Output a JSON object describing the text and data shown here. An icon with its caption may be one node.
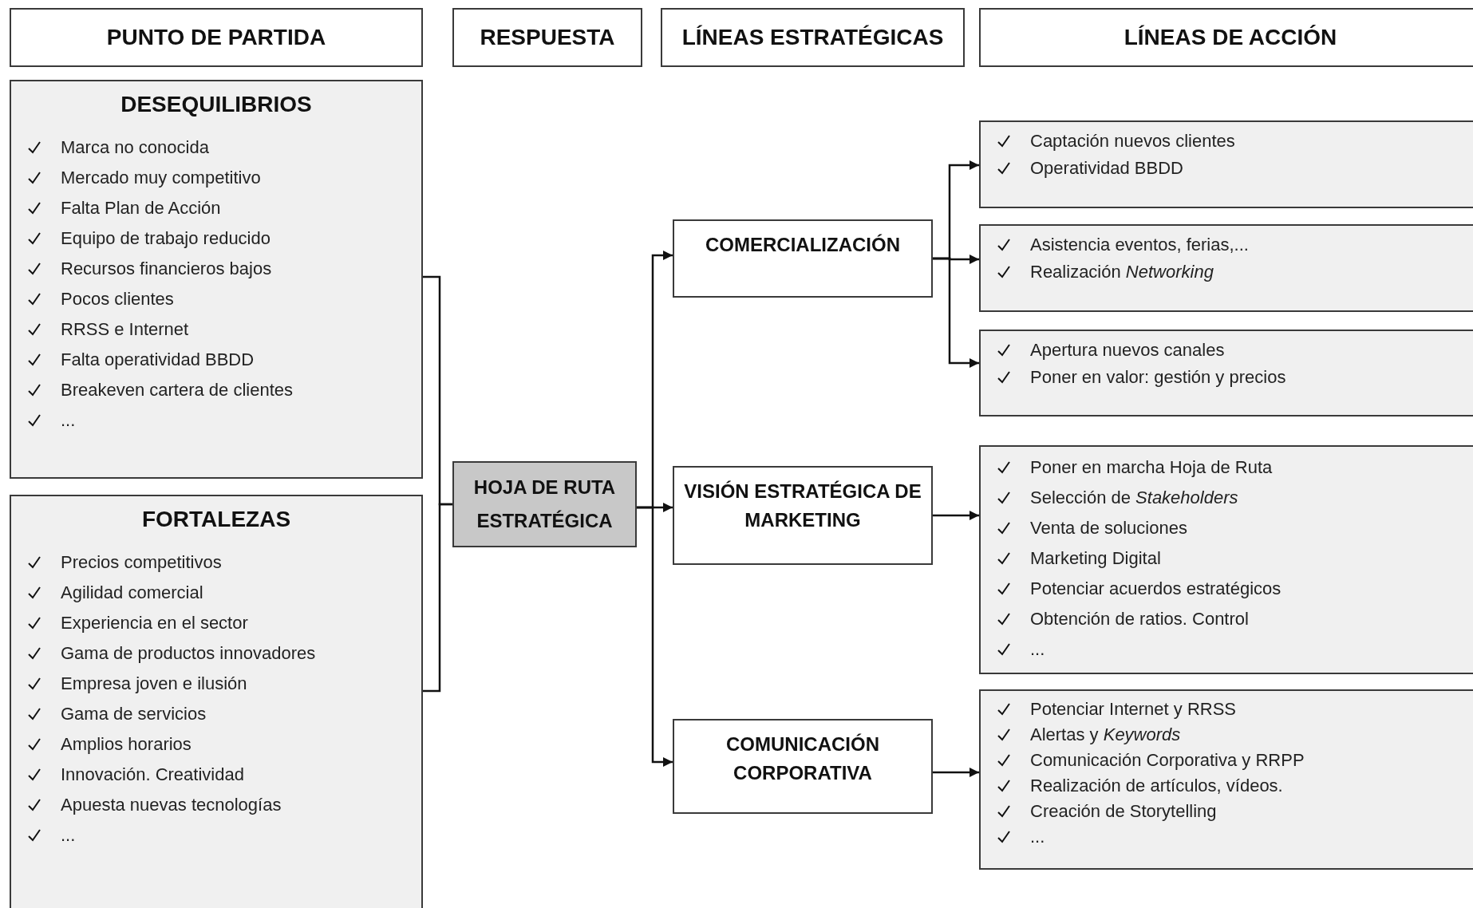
{
  "diagram": {
    "nodes": [
      {
        "text": [
          "PUNTO DE PARTIDA"
        ]
      },
      {
        "text": [
          "RESPUESTA"
        ]
      },
      {
        "text": [
          "LÍNEAS ESTRATÉGICAS"
        ]
      },
      {
        "text": [
          "LÍNEAS DE ACCIÓN"
        ]
      },
      {
        "text": [
          "DESEQUILIBRIOS",
          "Marca no conocida",
          "Mercado muy competitivo",
          "Falta Plan de Acción",
          "Equipo de trabajo reducido",
          "Recursos financieros bajos",
          "Pocos clientes",
          "RRSS e Internet",
          "Falta operatividad BBDD",
          "Breakeven cartera de clientes",
          "..."
        ]
      },
      {
        "text": [
          "FORTALEZAS",
          "Precios competitivos",
          "Agilidad comercial",
          "Experiencia en el sector",
          "Gama de productos innovadores",
          "Empresa joven e ilusión",
          "Gama de servicios",
          "Amplios horarios",
          "Innovación. Creatividad",
          "Apuesta nuevas tecnologías",
          "..."
        ]
      },
      {
        "text": [
          "HOJA DE RUTA ESTRATÉGICA"
        ]
      },
      {
        "text": [
          "COMERCIALIZACIÓN"
        ]
      },
      {
        "text": [
          "VISIÓN ESTRATÉGICA DE MARKETING"
        ]
      },
      {
        "text": [
          "COMUNICACIÓN CORPORATIVA"
        ]
      },
      {
        "text": [
          "Captación nuevos clientes",
          "Operatividad BBDD"
        ]
      },
      {
        "text": [
          "Asistencia eventos, ferias,...",
          "Realización *Networking*"
        ]
      },
      {
        "text": [
          "Apertura nuevos canales",
          "Poner en valor: gestión y precios"
        ]
      },
      {
        "text": [
          "Poner en marcha Hoja de Ruta",
          "Selección de *Stakeholders*",
          "Venta de soluciones",
          "Marketing Digital",
          "Potenciar acuerdos estratégicos",
          "Obtención de ratios. Control",
          "..."
        ]
      },
      {
        "text": [
          "Potenciar Internet y RRSS",
          "Alertas y *Keywords*",
          "Comunicación Corporativa y RRPP",
          "Realización de artículos, vídeos.",
          "Creación de Storytelling",
          "..."
        ]
      }
    ],
    "edges": [
      {
        "from": 4,
        "to": 6,
        "arrow": "none"
      },
      {
        "from": 5,
        "to": 6,
        "arrow": "none"
      },
      {
        "from": 6,
        "to": 7,
        "arrow": "to"
      },
      {
        "from": 6,
        "to": 8,
        "arrow": "to"
      },
      {
        "from": 6,
        "to": 9,
        "arrow": "to"
      },
      {
        "from": 7,
        "to": 10,
        "arrow": "to"
      },
      {
        "from": 7,
        "to": 11,
        "arrow": "to"
      },
      {
        "from": 7,
        "to": 12,
        "arrow": "to"
      },
      {
        "from": 8,
        "to": 13,
        "arrow": "to"
      },
      {
        "from": 9,
        "to": 14,
        "arrow": "to"
      }
    ]
  }
}
